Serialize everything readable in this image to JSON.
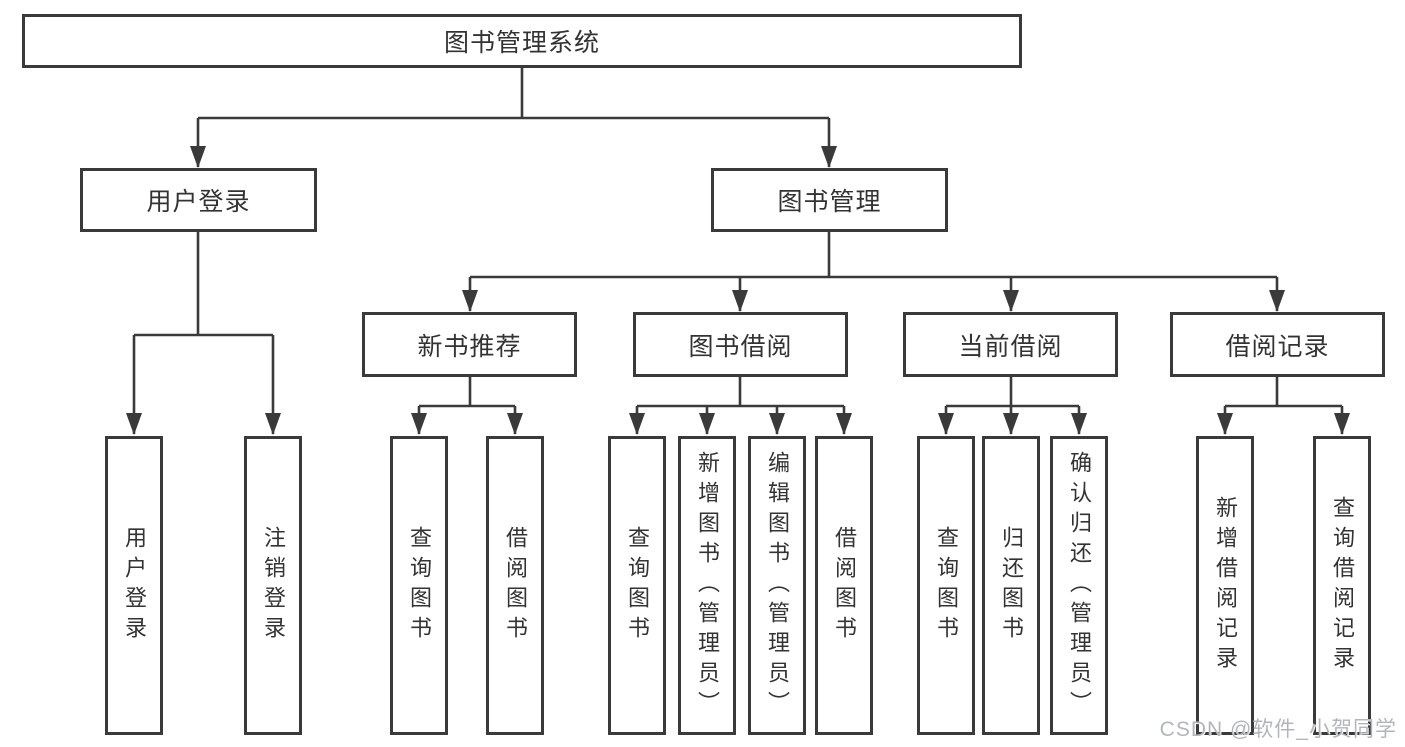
{
  "colors": {
    "line": "#3a3a3a",
    "box_border": "#3a3a3a",
    "box_background": "#ffffff",
    "text": "#333333",
    "watermark": "#b2b6bc"
  },
  "watermark": {
    "text": "CSDN @软件_小贺同学"
  },
  "diagram": {
    "root": {
      "label": "图书管理系统"
    },
    "branches": [
      {
        "label": "用户登录",
        "children": [
          {
            "label": "用户登录"
          },
          {
            "label": "注销登录"
          }
        ]
      },
      {
        "label": "图书管理",
        "children": [
          {
            "label": "新书推荐",
            "children": [
              {
                "label": "查询图书"
              },
              {
                "label": "借阅图书"
              }
            ]
          },
          {
            "label": "图书借阅",
            "children": [
              {
                "label": "查询图书"
              },
              {
                "label": "新增图书（管理员）"
              },
              {
                "label": "编辑图书（管理员）"
              },
              {
                "label": "借阅图书"
              }
            ]
          },
          {
            "label": "当前借阅",
            "children": [
              {
                "label": "查询图书"
              },
              {
                "label": "归还图书"
              },
              {
                "label": "确认归还（管理员）"
              }
            ]
          },
          {
            "label": "借阅记录",
            "children": [
              {
                "label": "新增借阅记录"
              },
              {
                "label": "查询借阅记录"
              }
            ]
          }
        ]
      }
    ]
  }
}
